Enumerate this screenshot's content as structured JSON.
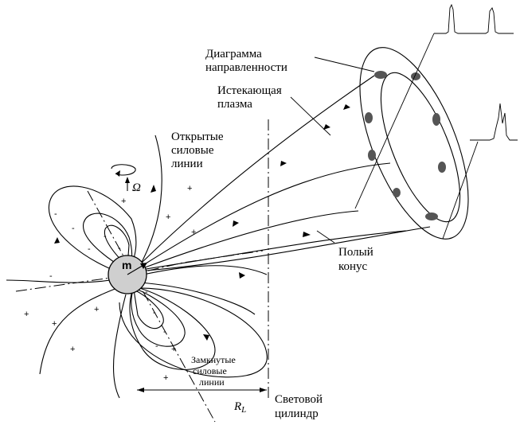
{
  "labels": {
    "beam_pattern_line1": "Диаграмма",
    "beam_pattern_line2": "направленности",
    "outflowing_plasma_line1": "Истекающая",
    "outflowing_plasma_line2": "плазма",
    "open_field_lines_line1": "Открытые",
    "open_field_lines_line2": "силовые",
    "open_field_lines_line3": "линии",
    "omega": "Ω",
    "magnetic_moment": "m",
    "hollow_cone_line1": "Полый",
    "hollow_cone_line2": "конус",
    "closed_field_lines_line1": "Замкнутые",
    "closed_field_lines_line2": "силовые",
    "closed_field_lines_line3": "линии",
    "light_cylinder_radius_main": "R",
    "light_cylinder_radius_sub": "L",
    "light_cylinder_line1": "Световой",
    "light_cylinder_line2": "цилиндр"
  },
  "charges": {
    "plus": "+",
    "minus": "-"
  }
}
